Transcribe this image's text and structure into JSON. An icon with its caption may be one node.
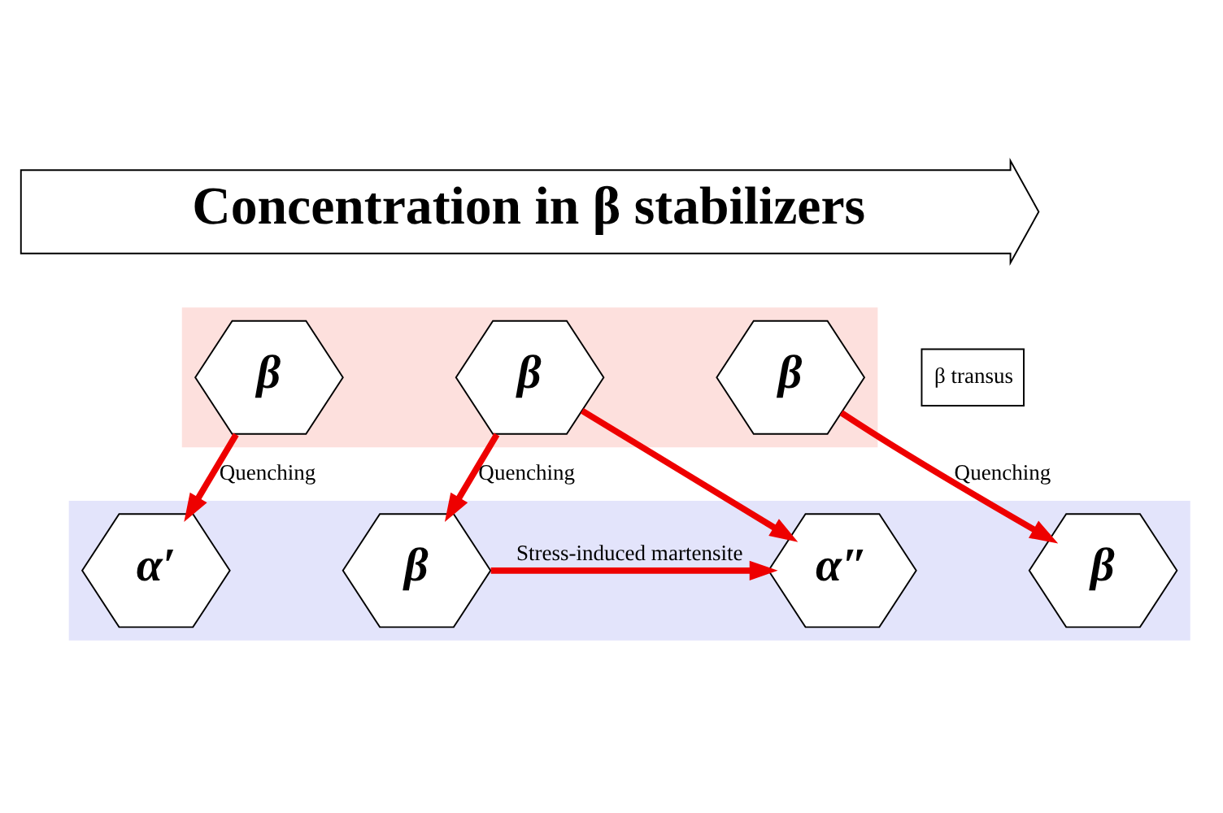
{
  "diagram": {
    "nodes": [
      {
        "text": [
          "Concentration in β stabilizers"
        ]
      },
      {
        "text": [],
        "shape": "box"
      },
      {
        "text": [
          "β"
        ],
        "in": 1
      },
      {
        "text": [
          "β"
        ],
        "in": 1
      },
      {
        "text": [
          "β"
        ],
        "in": 1
      },
      {
        "text": [
          "β transus"
        ]
      },
      {
        "text": [],
        "shape": "box"
      },
      {
        "text": [
          "α′"
        ],
        "in": 6
      },
      {
        "text": [
          "β"
        ],
        "in": 6
      },
      {
        "text": [
          "α″"
        ],
        "in": 6
      },
      {
        "text": [
          "β"
        ],
        "in": 6
      }
    ],
    "edges": [
      {
        "from": 2,
        "to": 7,
        "arrow": "to",
        "label": "Quenching"
      },
      {
        "from": 3,
        "to": 8,
        "arrow": "to",
        "label": "Quenching"
      },
      {
        "from": 3,
        "to": 9,
        "arrow": "to"
      },
      {
        "from": 8,
        "to": 9,
        "arrow": "to",
        "label": "Stress-induced martensite"
      },
      {
        "from": 4,
        "to": 10,
        "arrow": "to",
        "label": "Quenching"
      }
    ]
  }
}
